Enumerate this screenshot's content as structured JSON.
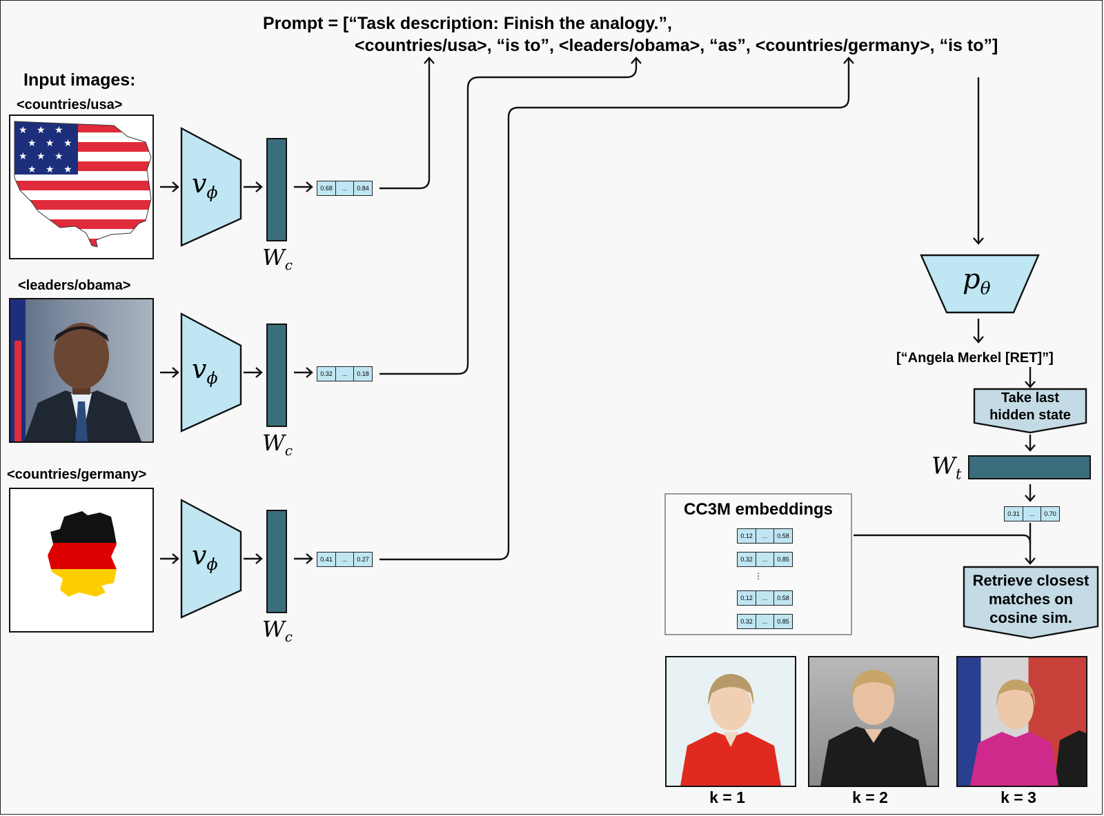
{
  "prompt": {
    "line1": "Prompt = [“Task description: Finish the analogy.”,",
    "line2": "<countries/usa>, “is to”, <leaders/obama>, “as”, <countries/germany>, “is to”]"
  },
  "input_images_heading": "Input images:",
  "inputs": [
    {
      "tag": "<countries/usa>",
      "vector": [
        "0.68",
        "...",
        "0.84"
      ]
    },
    {
      "tag": "<leaders/obama>",
      "vector": [
        "0.32",
        "...",
        "0.18"
      ]
    },
    {
      "tag": "<countries/germany>",
      "vector": [
        "0.41",
        "...",
        "0.27"
      ]
    }
  ],
  "visual_encoder": {
    "symbol": "v",
    "sub": "ϕ"
  },
  "projection_wc": {
    "symbol": "W",
    "sub": "c"
  },
  "language_model": {
    "symbol": "p",
    "sub": "θ"
  },
  "output_text": "[“Angela Merkel [RET]”]",
  "take_last": {
    "line1": "Take last",
    "line2": "hidden state"
  },
  "projection_wt": {
    "symbol": "W",
    "sub": "t"
  },
  "output_vector": [
    "0.31",
    "...",
    "0.70"
  ],
  "cc3m": {
    "title": "CC3M embeddings",
    "rows": [
      [
        "0.12",
        "...",
        "0.58"
      ],
      [
        "0.32",
        "...",
        "0.85"
      ],
      [
        "0.12",
        "...",
        "0.58"
      ],
      [
        "0.32",
        "...",
        "0.85"
      ]
    ],
    "ellipsis": "⋮"
  },
  "retrieve": {
    "line1": "Retrieve closest",
    "line2": "matches on",
    "line3": "cosine sim."
  },
  "results": [
    {
      "label": "k = 1"
    },
    {
      "label": "k = 2"
    },
    {
      "label": "k = 3"
    }
  ],
  "colors": {
    "light_blue": "#bfe6f2",
    "dark_teal": "#3b6e7c",
    "node_blue": "#c4dbe5",
    "usa_red": "#e02b3a",
    "usa_blue": "#1d2f7a",
    "germany_black": "#111111",
    "germany_red": "#dd0000",
    "germany_gold": "#ffce00",
    "merkel_red": "#e02a20",
    "merkel_magenta": "#d0298c"
  }
}
